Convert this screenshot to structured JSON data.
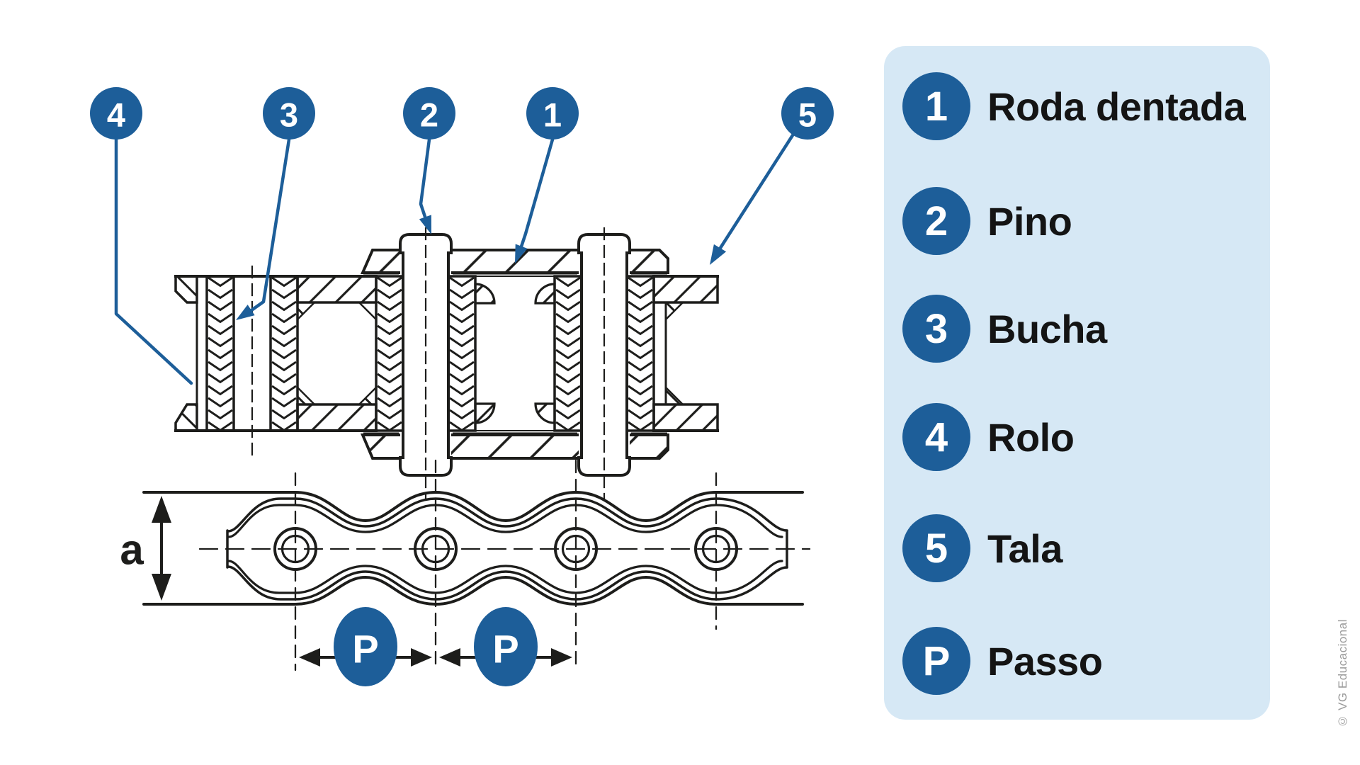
{
  "callouts": {
    "n1": "1",
    "n2": "2",
    "n3": "3",
    "n4": "4",
    "n5": "5"
  },
  "dims": {
    "pitch": "P",
    "height": "a"
  },
  "legend": {
    "items": [
      {
        "key": "1",
        "label": "Roda dentada"
      },
      {
        "key": "2",
        "label": "Pino"
      },
      {
        "key": "3",
        "label": "Bucha"
      },
      {
        "key": "4",
        "label": "Rolo"
      },
      {
        "key": "5",
        "label": "Tala"
      },
      {
        "key": "P",
        "label": "Passo"
      }
    ]
  },
  "copyright": "© VG Educacional",
  "colors": {
    "accent_blue": "#1d5e99",
    "panel_blue": "#d6e8f5",
    "line_black": "#1d1d1b",
    "copyright_gray": "#9b9b9b"
  }
}
